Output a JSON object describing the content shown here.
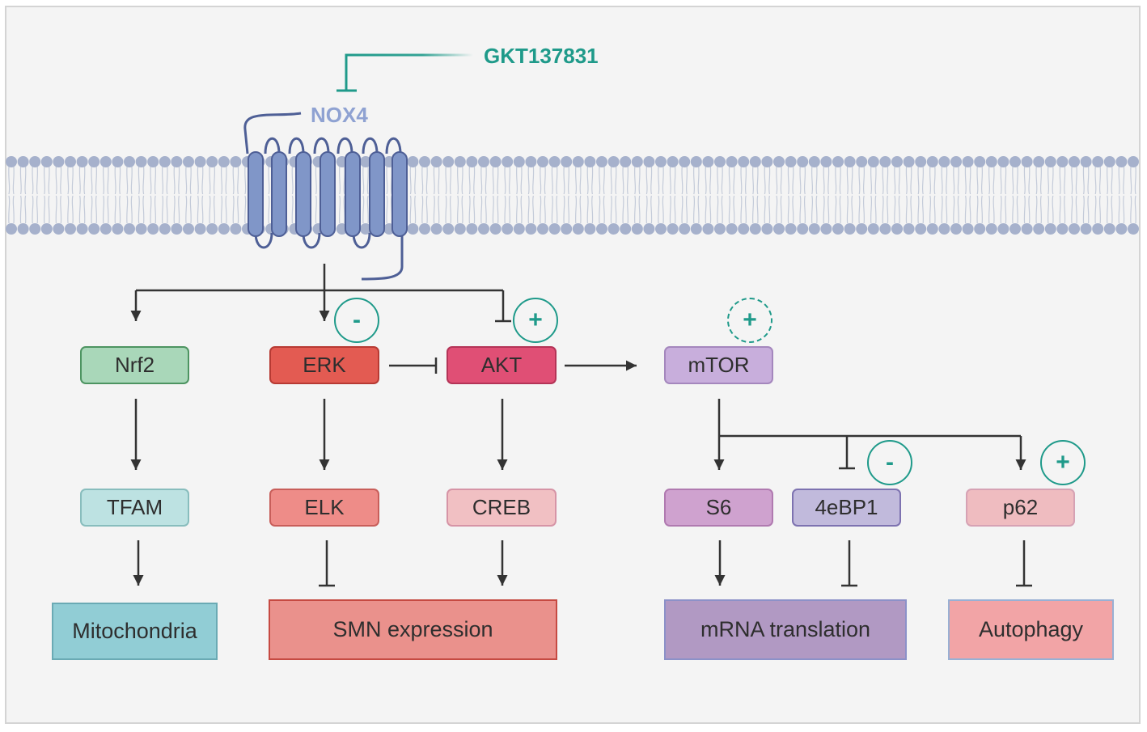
{
  "labels": {
    "receptor": "NOX4",
    "inhibitor": "GKT137831"
  },
  "nodes": {
    "nrf2": "Nrf2",
    "erk": "ERK",
    "akt": "AKT",
    "mtor": "mTOR",
    "tfam": "TFAM",
    "elk": "ELK",
    "creb": "CREB",
    "s6": "S6",
    "ebp1": "4eBP1",
    "p62": "p62"
  },
  "outcomes": {
    "mito": "Mitochondria",
    "smn": "SMN expression",
    "mrna": "mRNA translation",
    "autophagy": "Autophagy"
  },
  "badges": {
    "erk": "-",
    "akt": "+",
    "mtor": "+",
    "ebp1": "-",
    "p62": "+"
  },
  "colors": {
    "membrane_head": "#a6b1cc",
    "membrane_tail": "#c4cbd9",
    "receptor": "#8096c8",
    "receptor_line": "#4e5f96",
    "inhibitor": "#1f9a8a",
    "arrow": "#333333",
    "nrf2": "#a9d7b9",
    "erk": "#e35b52",
    "akt": "#e04f75",
    "mtor": "#c8aedc",
    "tfam": "#bde2e2",
    "elk": "#ee8c88",
    "creb": "#f1c0c3",
    "s6": "#cfa2cf",
    "ebp1": "#c1badc",
    "p62": "#efbcc0",
    "mito": "#91cdd5",
    "smn": "#ea918c",
    "mrna": "#b199c3",
    "autophagy": "#f2a4a6"
  }
}
